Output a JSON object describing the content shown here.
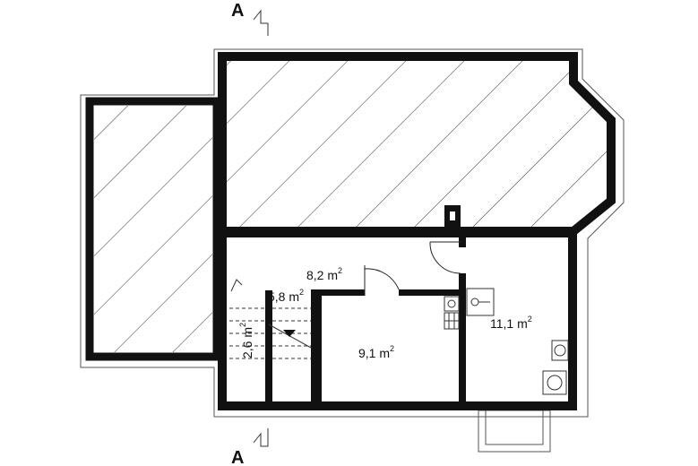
{
  "section_marks": {
    "top": "A",
    "bottom": "A"
  },
  "rooms": [
    {
      "area": "8,2 m",
      "sup": "2"
    },
    {
      "area": "5,8 m",
      "sup": "2"
    },
    {
      "area": "2,6 m",
      "sup": "2"
    },
    {
      "area": "9,1 m",
      "sup": "2"
    },
    {
      "area": "11,1 m",
      "sup": "2"
    }
  ],
  "colors": {
    "wall": "#111111",
    "hatch": "#222222",
    "outline": "#333333"
  }
}
